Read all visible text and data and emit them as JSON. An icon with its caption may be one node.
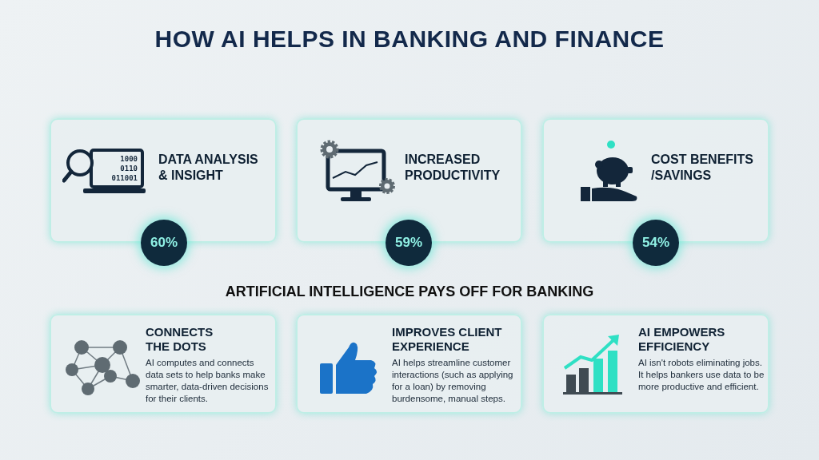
{
  "diagram": {
    "title": "HOW AI HELPS IN BANKING AND FINANCE",
    "nodes": [
      {
        "text": [
          "DATA ANALYSIS & INSIGHT"
        ]
      },
      {
        "text": [
          "INCREASED PRODUCTIVITY"
        ]
      },
      {
        "text": [
          "COST BENEFITS /SAVINGS"
        ]
      },
      {
        "text": [
          "60%"
        ]
      },
      {
        "text": [
          "59%"
        ]
      },
      {
        "text": [
          "54%"
        ]
      },
      {
        "text": [
          "CONNECTS THE DOTS",
          "AI computes and connects data sets to help banks make smarter, data-driven decisions for their clients."
        ]
      },
      {
        "text": [
          "IMPROVES CLIENT EXPERIENCE",
          "AI helps streamline customer interactions (such as applying for a loan) by removing burdensome, manual steps."
        ]
      },
      {
        "text": [
          "AI EMPOWERS EFFICIENCY",
          "AI isn't robots eliminating jobs. It helps bankers use data to be more productive and efficient."
        ]
      }
    ],
    "edges": [],
    "labels": [
      "1000",
      "0110",
      "011001",
      "ARTIFICIAL INTELLIGENCE PAYS OFF FOR BANKING"
    ]
  }
}
